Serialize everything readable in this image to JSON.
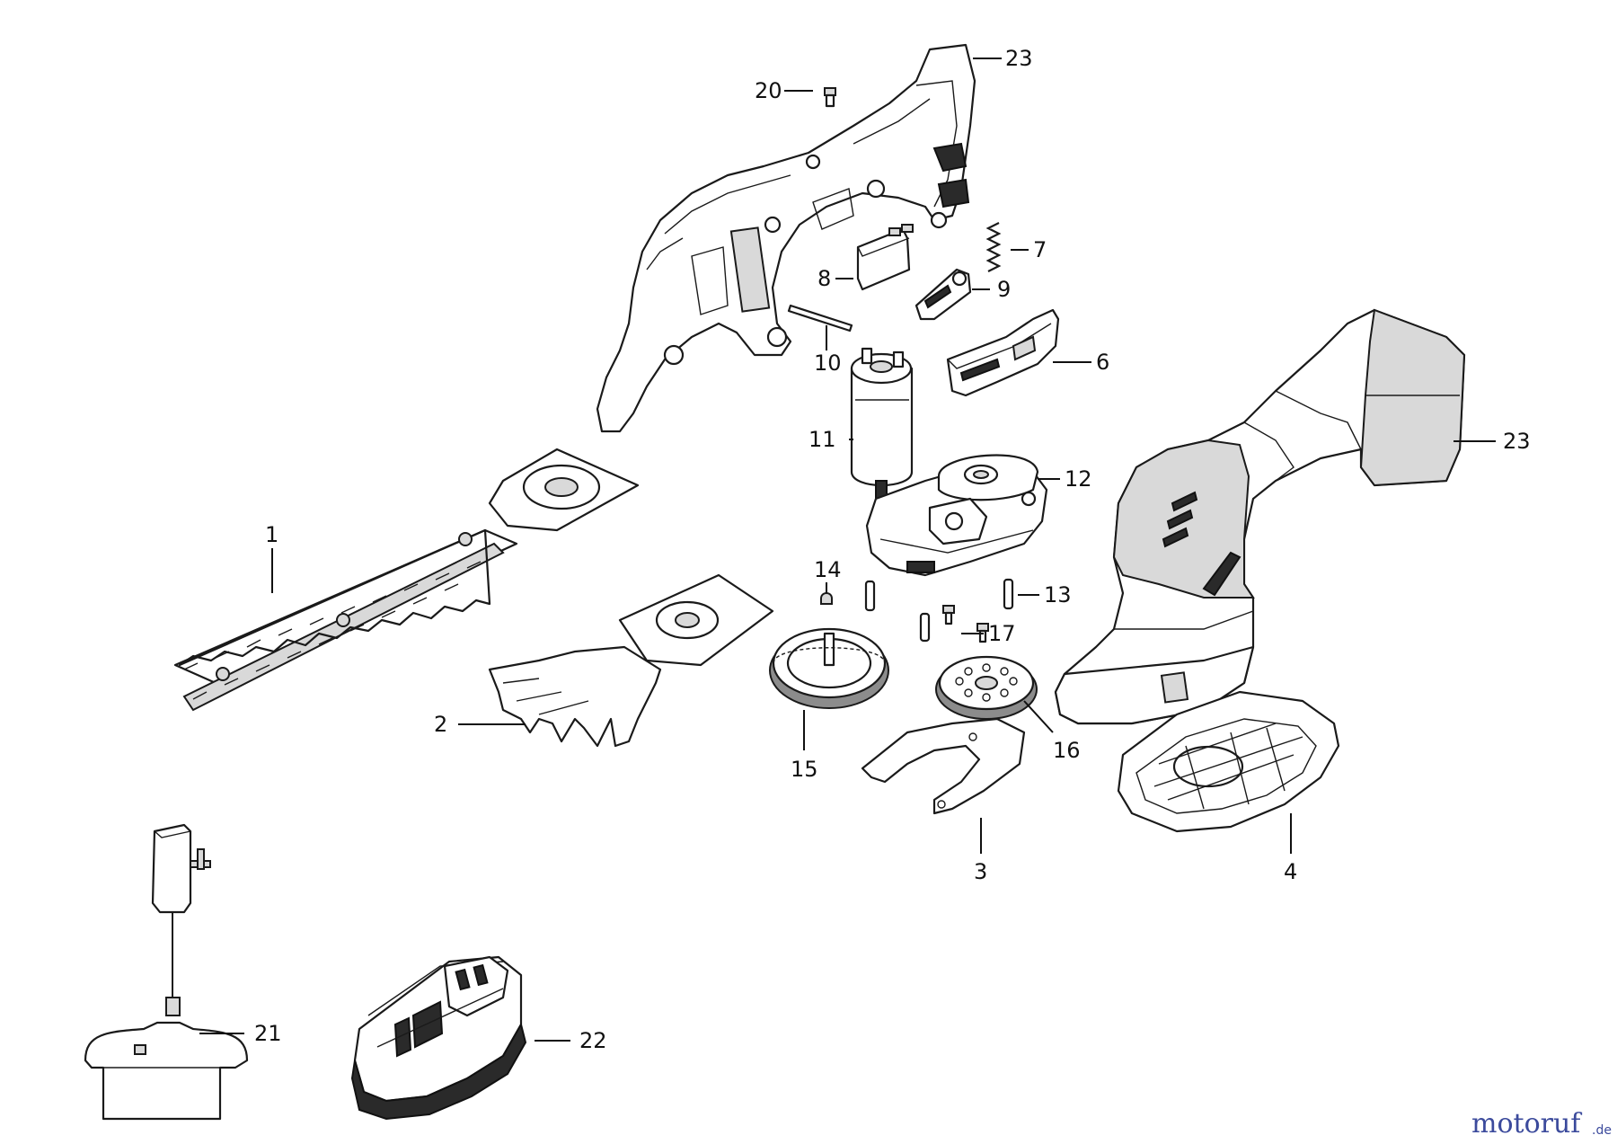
{
  "callouts": {
    "c1": "1",
    "c2": "2",
    "c3": "3",
    "c4": "4",
    "c6": "6",
    "c7": "7",
    "c8": "8",
    "c9": "9",
    "c10": "10",
    "c11": "11",
    "c12": "12",
    "c13": "13",
    "c14": "14",
    "c15": "15",
    "c16": "16",
    "c17": "17",
    "c20": "20",
    "c21": "21",
    "c22": "22",
    "c23a": "23",
    "c23b": "23"
  },
  "watermark": {
    "brand": "motoruf",
    "suffix": ".de",
    "color_primary": "#3b4a9c",
    "color_accent": "#d97a1f"
  }
}
